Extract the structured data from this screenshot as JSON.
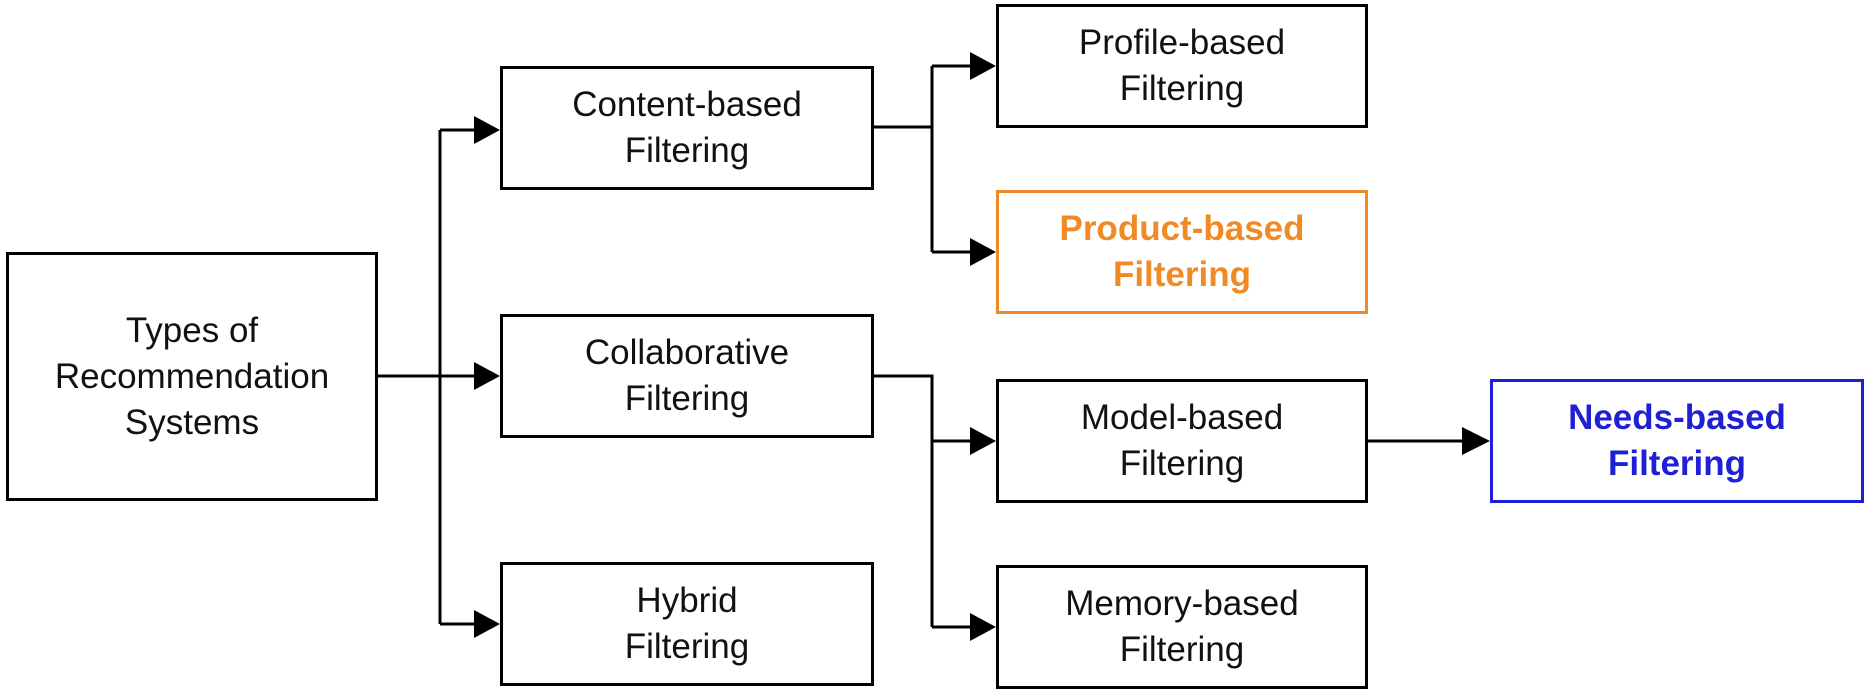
{
  "diagram": {
    "nodes": {
      "root": "Types of\nRecommendation\nSystems",
      "content_based": "Content-based\nFiltering",
      "collaborative": "Collaborative\nFiltering",
      "hybrid": "Hybrid\nFiltering",
      "profile_based": "Profile-based\nFiltering",
      "product_based": "Product-based\nFiltering",
      "model_based": "Model-based\nFiltering",
      "memory_based": "Memory-based\nFiltering",
      "needs_based": "Needs-based\nFiltering"
    },
    "edges": [
      {
        "from": "root",
        "to": "content_based"
      },
      {
        "from": "root",
        "to": "collaborative"
      },
      {
        "from": "root",
        "to": "hybrid"
      },
      {
        "from": "content_based",
        "to": "profile_based"
      },
      {
        "from": "content_based",
        "to": "product_based"
      },
      {
        "from": "collaborative",
        "to": "model_based"
      },
      {
        "from": "collaborative",
        "to": "memory_based"
      },
      {
        "from": "model_based",
        "to": "needs_based"
      }
    ],
    "colors": {
      "line": "#000000",
      "highlight_orange": "#f08a24",
      "highlight_blue": "#1f1fd6"
    }
  }
}
